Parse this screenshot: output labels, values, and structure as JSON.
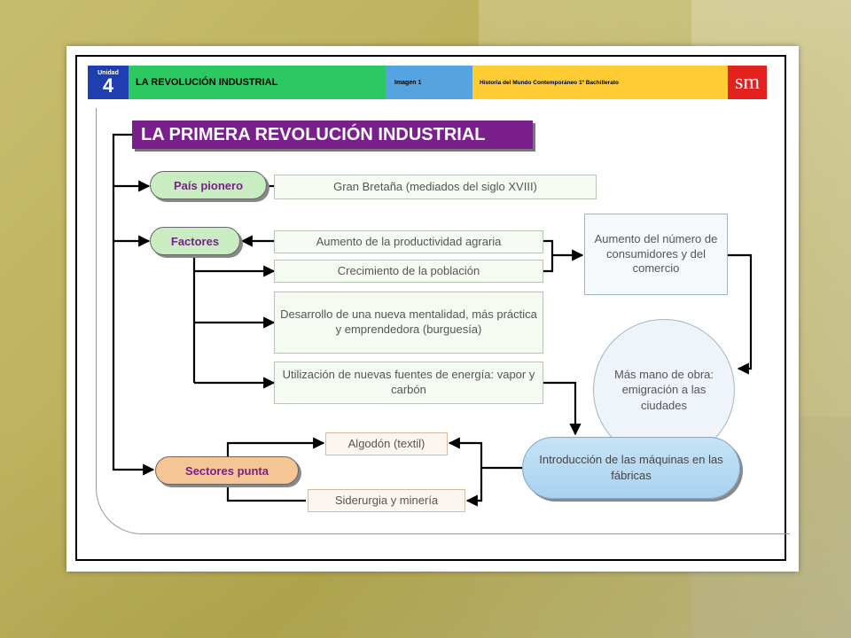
{
  "header": {
    "unit_label": "Unidad",
    "unit_number": "4",
    "topic": "LA REVOLUCIÓN INDUSTRIAL",
    "image_label": "Imagen 1",
    "book_title": "Historia del Mundo Contemporáneo 1º Bachillerato",
    "publisher_logo": "sm"
  },
  "diagram": {
    "title": "LA PRIMERA REVOLUCIÓN INDUSTRIAL",
    "nodes": {
      "pioneer_label": "País pionero",
      "pioneer_value": "Gran Bretaña (mediados del siglo XVIII)",
      "factors_label": "Factores",
      "factor_1": "Aumento de la productividad agraria",
      "factor_2": "Crecimiento de la población",
      "factor_3": "Desarrollo de una nueva mentalidad, más práctica y emprendedora (burguesía)",
      "factor_4": "Utilización de nuevas fuentes de energía: vapor y carbón",
      "consumers": "Aumento del número de consumidores y del comercio",
      "labor": "Más mano de obra: emigración a las ciudades",
      "machines": "Introducción de las máquinas en las fábricas",
      "sectors_label": "Sectores punta",
      "sector_1": "Algodón (textil)",
      "sector_2": "Siderurgia y minería"
    },
    "edges": [
      {
        "from": "diagram.title",
        "to": "pioneer_label"
      },
      {
        "from": "diagram.title",
        "to": "factors_label"
      },
      {
        "from": "diagram.title",
        "to": "sectors_label"
      },
      {
        "from": "pioneer_value",
        "to": "pioneer_label"
      },
      {
        "from": "factor_1",
        "to": "factors_label"
      },
      {
        "from": "factors_label",
        "to": "factor_2"
      },
      {
        "from": "factors_label",
        "to": "factor_3"
      },
      {
        "from": "factors_label",
        "to": "factor_4"
      },
      {
        "from": "factor_1",
        "to": "consumers"
      },
      {
        "from": "factor_2",
        "to": "consumers"
      },
      {
        "from": "consumers",
        "to": "labor"
      },
      {
        "from": "factor_4",
        "to": "machines"
      },
      {
        "from": "machines",
        "to": "sector_1"
      },
      {
        "from": "machines",
        "to": "sector_2"
      },
      {
        "from": "sectors_label",
        "to": "sector_1"
      },
      {
        "from": "sectors_label",
        "to": "sector_2"
      }
    ]
  }
}
